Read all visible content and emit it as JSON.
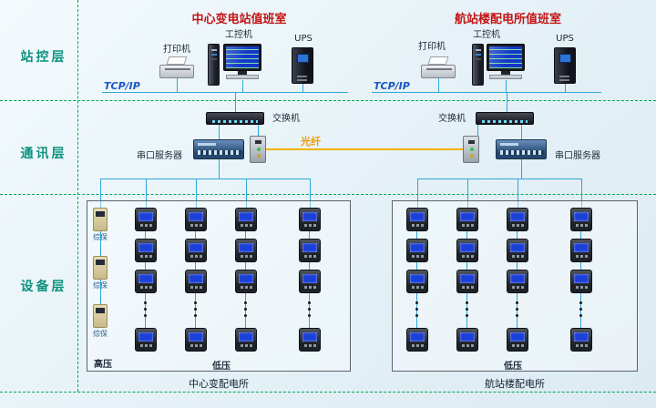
{
  "colors": {
    "layer_label_teal": "#0f9180",
    "separator_green": "#00a651",
    "title_red": "#c41414",
    "tcpip_blue": "#1a56c4",
    "fiber_orange": "#f2b100",
    "line_blue": "#2ea7d8"
  },
  "layer_labels": {
    "station_control": "站控层",
    "communication": "通讯层",
    "equipment": "设备层"
  },
  "left_room": {
    "title": "中心变电站值班室",
    "printer_label": "打印机",
    "workstation_label": "工控机",
    "ups_label": "UPS",
    "tcpip_label": "TCP/IP",
    "switch_label": "交换机",
    "serial_server_label": "串口服务器"
  },
  "right_room": {
    "title": "航站楼配电所值班室",
    "printer_label": "打印机",
    "workstation_label": "工控机",
    "ups_label": "UPS",
    "tcpip_label": "TCP/IP",
    "switch_label": "交换机",
    "serial_server_label": "串口服务器"
  },
  "fiber_link_label": "光纤",
  "left_station": {
    "protection_labels": [
      "综保",
      "综保",
      "综保"
    ],
    "high_voltage_label": "高压",
    "low_voltage_label": "低压",
    "caption": "中心变配电所"
  },
  "right_station": {
    "low_voltage_label": "低压",
    "caption": "航站楼配电所"
  }
}
